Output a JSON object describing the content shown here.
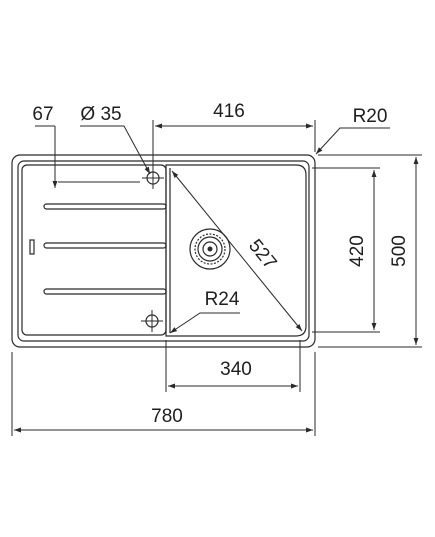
{
  "drawing": {
    "dimensions": {
      "overall_width": "780",
      "overall_height": "500",
      "bowl_width_top": "416",
      "bowl_width_bottom": "340",
      "bowl_height": "420",
      "bowl_diagonal": "527",
      "drainer_offset": "67",
      "tap_hole_diameter": "Ø 35",
      "outer_radius": "R20",
      "bowl_radius": "R24"
    },
    "drainer_groove_count": 3
  }
}
